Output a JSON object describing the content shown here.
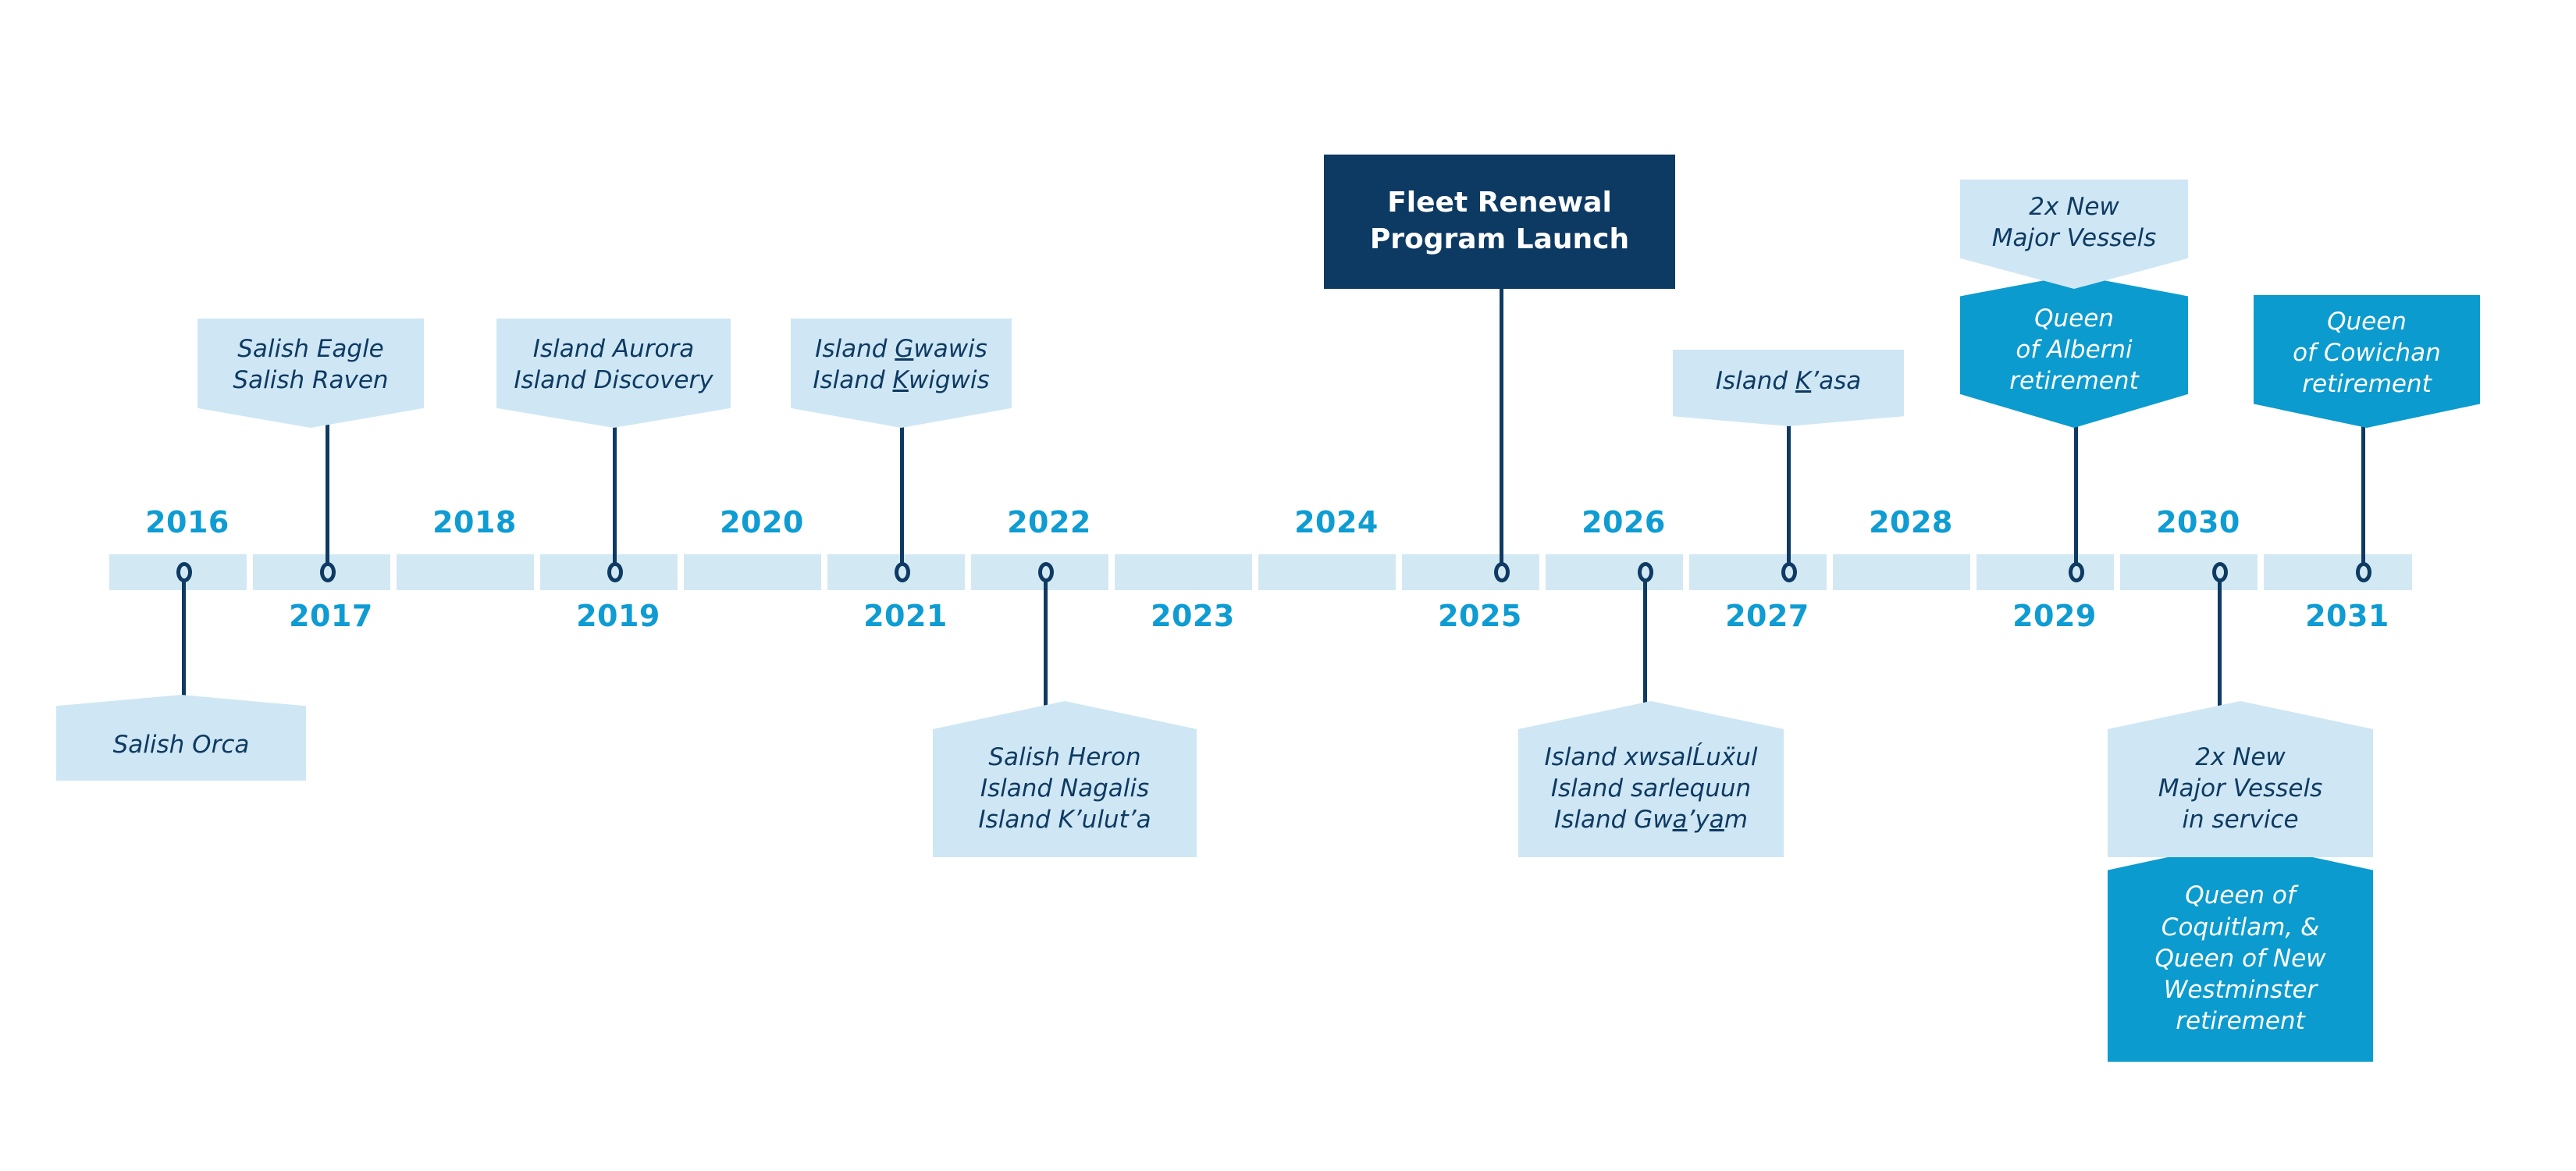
{
  "timeline": {
    "bar_color": "#d2e9f4",
    "accent_year_color": "#0e9cd3",
    "connector_color": "#0e3a63",
    "light_box_color": "#cfe7f4",
    "mid_box_color": "#0c9bce",
    "dark_box_color": "#0d3a63",
    "years": [
      {
        "label": "2016",
        "position": "above"
      },
      {
        "label": "2017",
        "position": "below"
      },
      {
        "label": "2018",
        "position": "above"
      },
      {
        "label": "2019",
        "position": "below"
      },
      {
        "label": "2020",
        "position": "above"
      },
      {
        "label": "2021",
        "position": "below"
      },
      {
        "label": "2022",
        "position": "above"
      },
      {
        "label": "2023",
        "position": "below"
      },
      {
        "label": "2024",
        "position": "above"
      },
      {
        "label": "2025",
        "position": "below"
      },
      {
        "label": "2026",
        "position": "above"
      },
      {
        "label": "2027",
        "position": "below"
      },
      {
        "label": "2028",
        "position": "above"
      },
      {
        "label": "2029",
        "position": "below"
      },
      {
        "label": "2030",
        "position": "above"
      },
      {
        "label": "2031",
        "position": "below"
      }
    ]
  },
  "events": {
    "salish_orca": {
      "year": "2016",
      "lines": [
        "Salish Orca"
      ]
    },
    "salish_eagle_raven": {
      "year": "2017",
      "lines": [
        "Salish Eagle",
        "Salish Raven"
      ]
    },
    "island_aurora_discovery": {
      "year": "2019",
      "lines": [
        "Island Aurora",
        "Island Discovery"
      ]
    },
    "island_gwawis_kwigwis": {
      "year": "2021",
      "lines": [
        "Island Gwawis",
        "Island Kwigwis"
      ]
    },
    "salish_heron_group": {
      "year": "2022",
      "lines": [
        "Salish Heron",
        "Island Nagalis",
        "Island K’ulut’a"
      ]
    },
    "fleet_renewal_launch": {
      "year": "2025",
      "lines": [
        "Fleet Renewal",
        "Program Launch"
      ]
    },
    "island_xwsalu_group": {
      "year": "2026",
      "lines": [
        "Island xwsalĹuẍul",
        "Island sarlequun",
        "Island Gwa’yam"
      ]
    },
    "island_kasa": {
      "year": "2027",
      "lines": [
        "Island K’asa"
      ]
    },
    "new_major_vessels_2029": {
      "year": "2029",
      "lines": [
        "2x New",
        "Major Vessels"
      ]
    },
    "queen_alberni_retirement": {
      "year": "2029",
      "lines": [
        "Queen",
        "of Alberni",
        "retirement"
      ]
    },
    "new_major_vessels_service_2030": {
      "year": "2030",
      "lines": [
        "2x New",
        "Major Vessels",
        "in service"
      ]
    },
    "queen_coquitlam_westminster_retirement": {
      "year": "2030",
      "lines": [
        "Queen of",
        "Coquitlam, &",
        "Queen of New",
        "Westminster",
        "retirement"
      ]
    },
    "queen_cowichan_retirement": {
      "year": "2031",
      "lines": [
        "Queen",
        "of Cowichan",
        "retirement"
      ]
    }
  }
}
